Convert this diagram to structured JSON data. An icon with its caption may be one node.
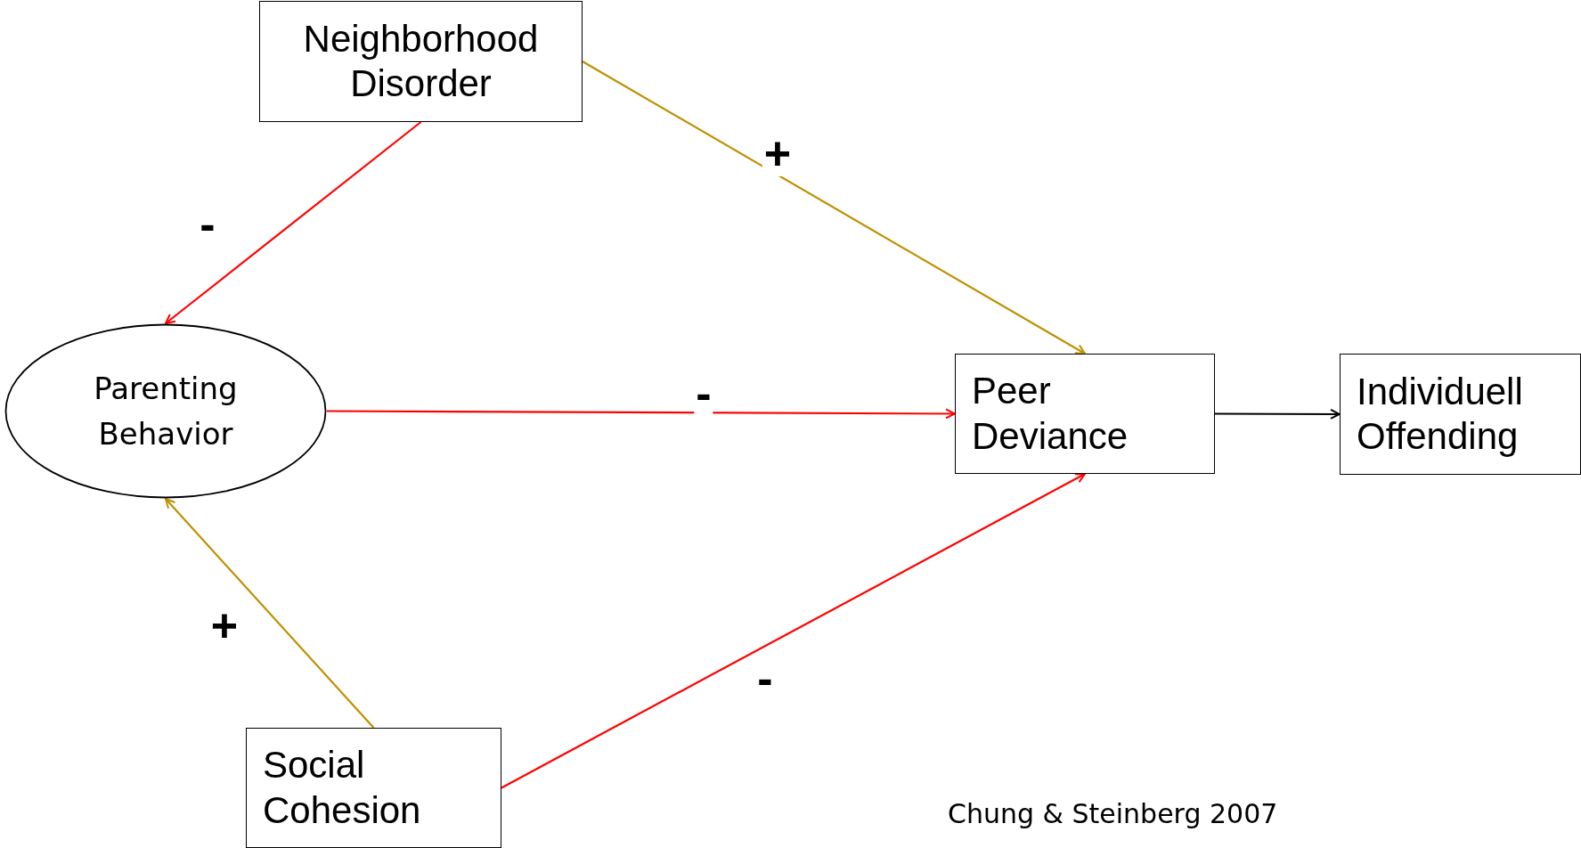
{
  "diagram": {
    "nodes": [
      {
        "text": [
          "Neighborhood Disorder"
        ]
      },
      {
        "text": [
          "Parenting Behavior"
        ]
      },
      {
        "text": [
          "Peer Deviance"
        ]
      },
      {
        "text": [
          "Individuell Offending"
        ]
      },
      {
        "text": [
          "Social Cohesion"
        ]
      }
    ],
    "edges": [
      {
        "from": 0,
        "to": 1,
        "arrow": "to",
        "label": "-"
      },
      {
        "from": 0,
        "to": 2,
        "arrow": "to",
        "label": "+",
        "color": "#bf9000"
      },
      {
        "from": 1,
        "to": 2,
        "arrow": "to",
        "label": "-"
      },
      {
        "from": 4,
        "to": 1,
        "arrow": "to",
        "label": "+",
        "color": "#bf9000"
      },
      {
        "from": 4,
        "to": 2,
        "arrow": "to",
        "label": "-"
      },
      {
        "from": 2,
        "to": 3,
        "arrow": "to",
        "color": "#000000"
      }
    ],
    "labels": [
      "Chung & Steinberg 2007"
    ]
  }
}
